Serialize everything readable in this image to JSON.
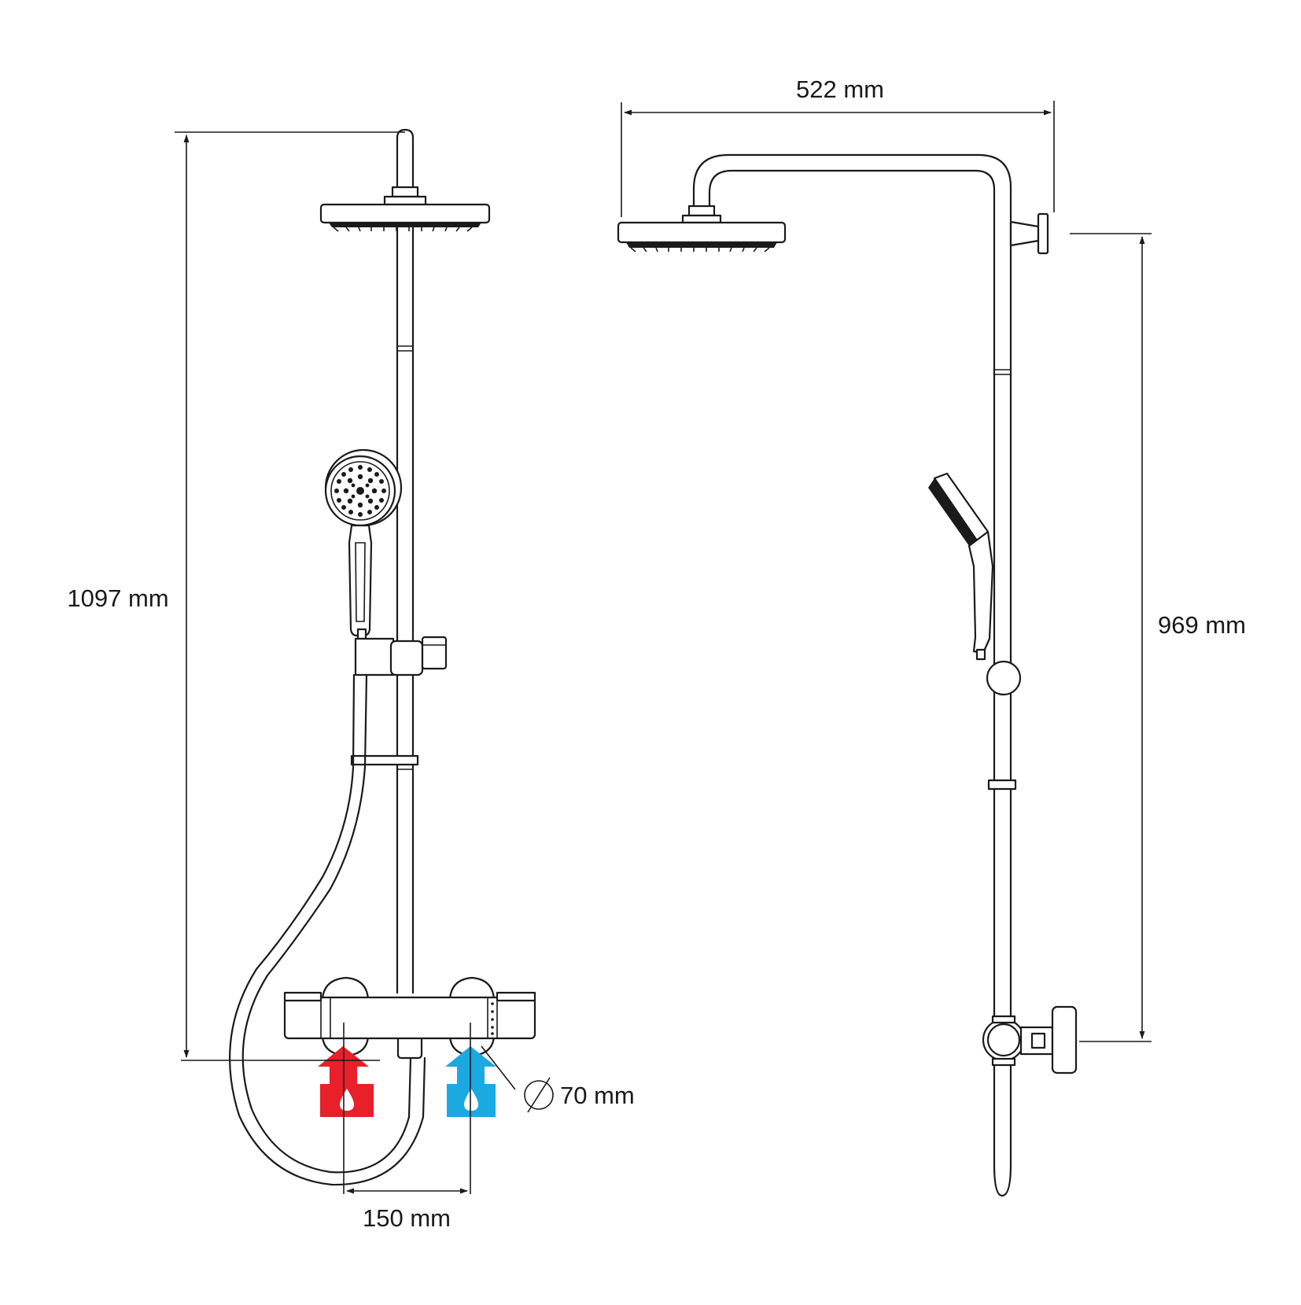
{
  "dimensions": {
    "total_height": "1097 mm",
    "arm_width": "522 mm",
    "wall_to_bracket": "969 mm",
    "inlet_distance": "150 mm",
    "rosette_diameter": "70 mm"
  },
  "colors": {
    "hot": "#e8202a",
    "cold": "#1ba9e1",
    "line": "#1a1a1a"
  },
  "icons": {
    "hot_inlet": "hot-water-inlet-icon",
    "cold_inlet": "cold-water-inlet-icon",
    "diameter": "diameter-symbol-icon"
  }
}
